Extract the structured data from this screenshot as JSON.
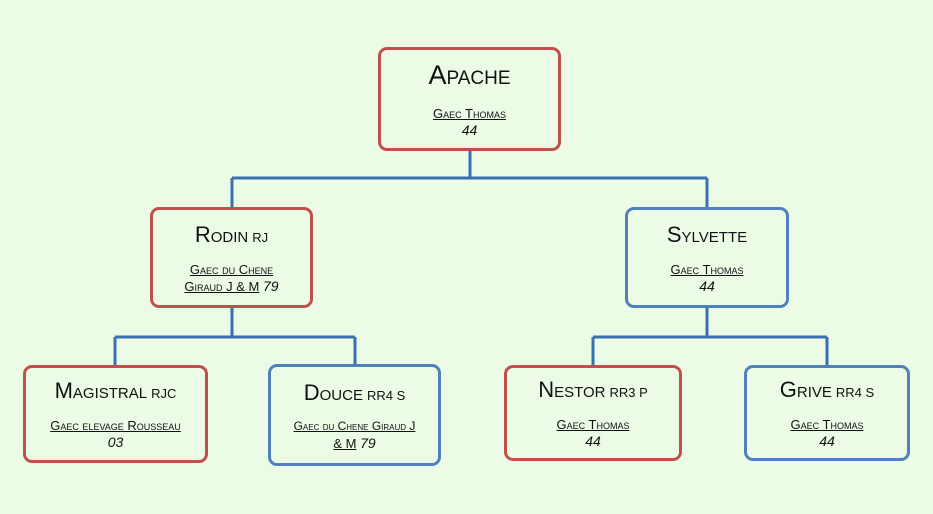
{
  "colors": {
    "background": "#ebfbe6",
    "male_border": "#c0504d",
    "female_border": "#4f81bd",
    "connector": "#3a6fb0"
  },
  "nodes": {
    "apache": {
      "name": "Apache",
      "suffix": "",
      "owner": "Gaec Thomas",
      "dept": "44"
    },
    "rodin": {
      "name": "Rodin",
      "suffix": "RJ",
      "owner_line1": "Gaec du Chene",
      "owner_line2": "Giraud J & M",
      "dept": "79"
    },
    "sylvette": {
      "name": "Sylvette",
      "suffix": "",
      "owner": "Gaec Thomas",
      "dept": "44"
    },
    "magistral": {
      "name": "Magistral",
      "suffix": "RJC",
      "owner": "Gaec elevage Rousseau",
      "dept": "03"
    },
    "douce": {
      "name": "Douce",
      "suffix": "RR4 S",
      "owner_line1": "Gaec du Chene Giraud J",
      "owner_line2": "& M",
      "dept": "79"
    },
    "nestor": {
      "name": "Nestor",
      "suffix": "RR3 P",
      "owner": "Gaec Thomas",
      "dept": "44"
    },
    "grive": {
      "name": "Grive",
      "suffix": "RR4 S",
      "owner": "Gaec Thomas",
      "dept": "44"
    }
  }
}
